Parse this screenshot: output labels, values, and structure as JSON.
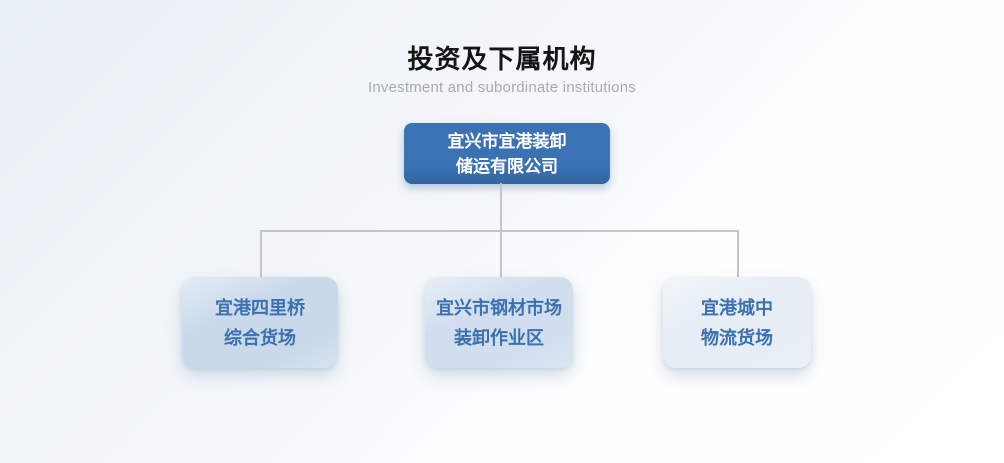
{
  "header": {
    "title": "投资及下属机构",
    "subtitle": "Investment and subordinate institutions"
  },
  "chart": {
    "root": {
      "line1": "宜兴市宜港装卸",
      "line2": "储运有限公司"
    },
    "children": [
      {
        "line1": "宜港四里桥",
        "line2": "综合货场"
      },
      {
        "line1": "宜兴市钢材市场",
        "line2": "装卸作业区"
      },
      {
        "line1": "宜港城中",
        "line2": "物流货场"
      }
    ]
  },
  "theme_colors": {
    "page_bg_tint": "#e8eef5",
    "title_text": "#151515",
    "subtitle_text": "#a7abb0",
    "root_box_bg": "#3a72b4",
    "root_box_bg_deep": "#33669f",
    "root_box_text": "#ffffff",
    "child_box_text": "#3b70b1",
    "child1_bg": "#c9d9ea",
    "child2_bg": "#d0deee",
    "child3_bg": "#e6edf5",
    "connector": "#c3c5c7"
  }
}
